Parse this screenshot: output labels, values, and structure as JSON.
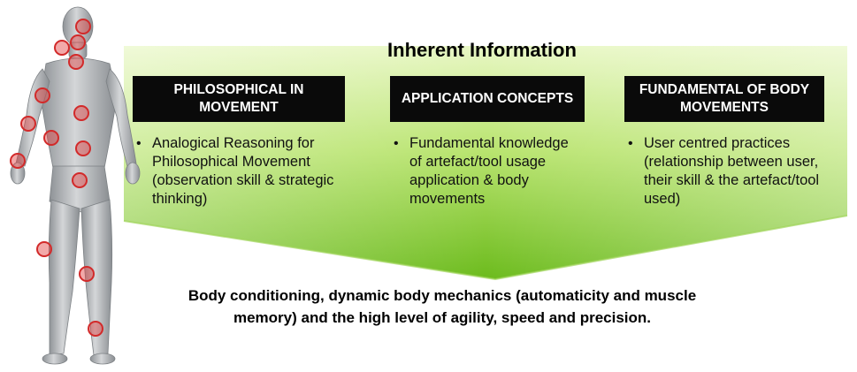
{
  "diagram": {
    "title": "Inherent Information",
    "columns": [
      {
        "heading": "PHILOSOPHICAL IN MOVEMENT",
        "bullet": "Analogical Reasoning for Philosophical Movement (observation skill & strategic thinking)"
      },
      {
        "heading": "APPLICATION CONCEPTS",
        "bullet": "Fundamental knowledge of artefact/tool usage application & body movements"
      },
      {
        "heading": "FUNDAMENTAL OF BODY MOVEMENTS",
        "bullet": "User centred practices (relationship between user, their skill & the artefact/tool used)"
      }
    ],
    "bottom_text": "Body conditioning, dynamic body mechanics (automaticity and muscle memory) and the high level of agility, speed and precision.",
    "colors": {
      "arrow_light": "#d9f2a8",
      "arrow_dark": "#6fbf1f",
      "heading_bg": "#0a0a0a",
      "joint_marker": "#e34040",
      "figure": "#b9bcbf"
    }
  }
}
